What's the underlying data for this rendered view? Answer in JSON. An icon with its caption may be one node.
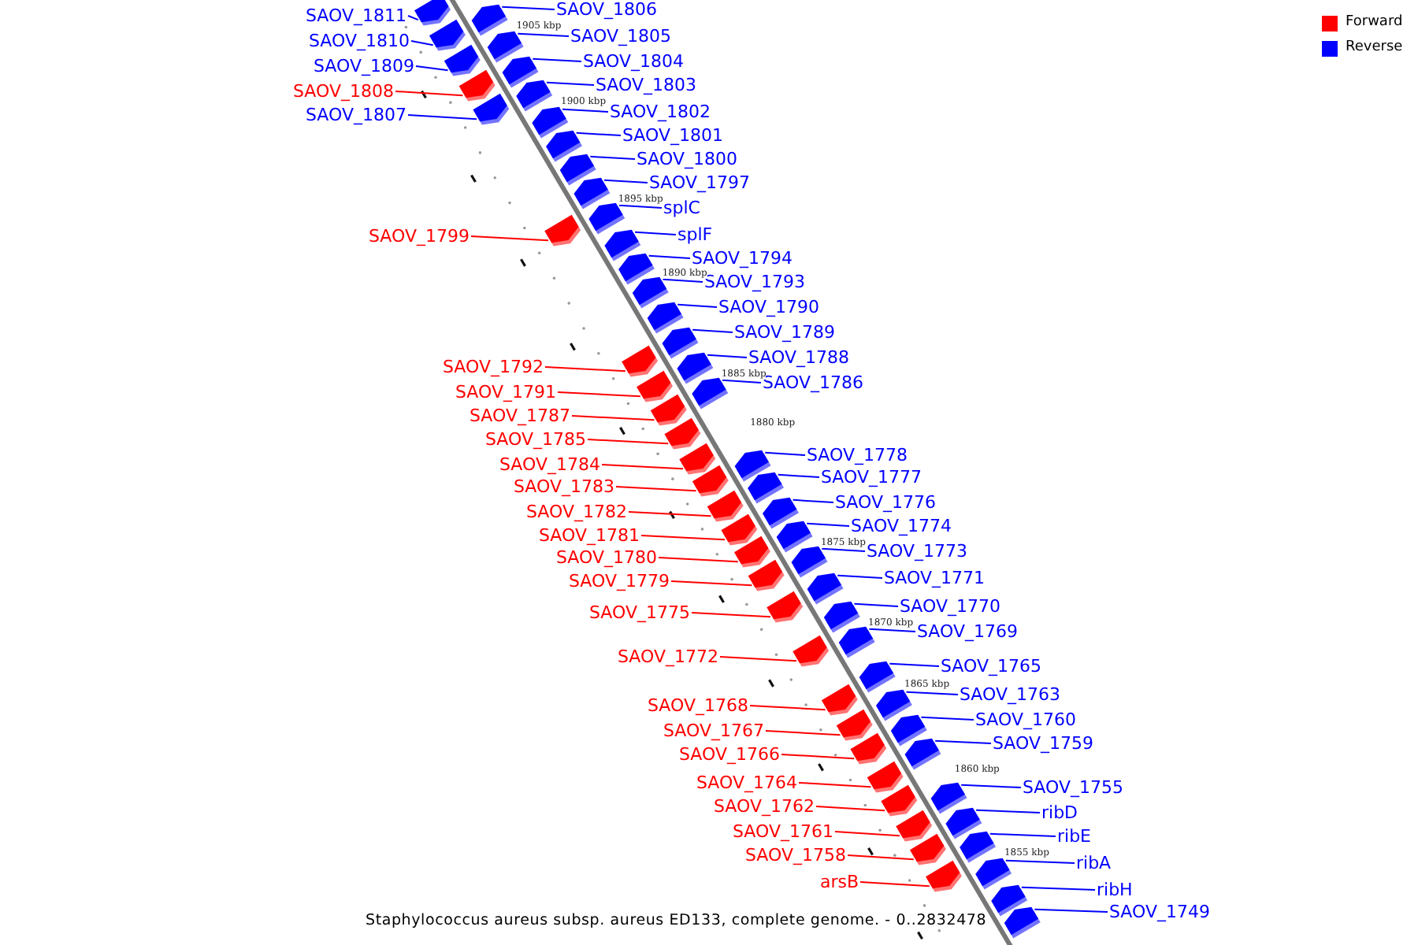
{
  "diagram": {
    "caption": "Staphylococcus aureus subsp. aureus ED133, complete genome. - 0..2832478",
    "nodes": [
      {
        "text": [
          "SAOV_1806"
        ]
      },
      {
        "text": [
          "SAOV_1811"
        ]
      },
      {
        "text": [
          "SAOV_1805"
        ]
      },
      {
        "text": [
          "SAOV_1810"
        ]
      },
      {
        "text": [
          "SAOV_1804"
        ]
      },
      {
        "text": [
          "SAOV_1809"
        ]
      },
      {
        "text": [
          "SAOV_1803"
        ]
      },
      {
        "text": [
          "SAOV_1808"
        ]
      },
      {
        "text": [
          "SAOV_1802"
        ]
      },
      {
        "text": [
          "SAOV_1807"
        ]
      },
      {
        "text": [
          "SAOV_1801"
        ]
      },
      {
        "text": [
          "SAOV_1800"
        ]
      },
      {
        "text": [
          "SAOV_1797"
        ]
      },
      {
        "text": [
          "splC"
        ]
      },
      {
        "text": [
          "splF"
        ]
      },
      {
        "text": [
          "SAOV_1799"
        ]
      },
      {
        "text": [
          "SAOV_1794"
        ]
      },
      {
        "text": [
          "SAOV_1793"
        ]
      },
      {
        "text": [
          "SAOV_1790"
        ]
      },
      {
        "text": [
          "SAOV_1789"
        ]
      },
      {
        "text": [
          "SAOV_1788"
        ]
      },
      {
        "text": [
          "SAOV_1792"
        ]
      },
      {
        "text": [
          "SAOV_1786"
        ]
      },
      {
        "text": [
          "SAOV_1791"
        ]
      },
      {
        "text": [
          "SAOV_1787"
        ]
      },
      {
        "text": [
          "SAOV_1785"
        ]
      },
      {
        "text": [
          "SAOV_1778"
        ]
      },
      {
        "text": [
          "SAOV_1784"
        ]
      },
      {
        "text": [
          "SAOV_1777"
        ]
      },
      {
        "text": [
          "SAOV_1783"
        ]
      },
      {
        "text": [
          "SAOV_1776"
        ]
      },
      {
        "text": [
          "SAOV_1782"
        ]
      },
      {
        "text": [
          "SAOV_1774"
        ]
      },
      {
        "text": [
          "SAOV_1781"
        ]
      },
      {
        "text": [
          "SAOV_1773"
        ]
      },
      {
        "text": [
          "SAOV_1780"
        ]
      },
      {
        "text": [
          "SAOV_1771"
        ]
      },
      {
        "text": [
          "SAOV_1779"
        ]
      },
      {
        "text": [
          "SAOV_1770"
        ]
      },
      {
        "text": [
          "SAOV_1775"
        ]
      },
      {
        "text": [
          "SAOV_1769"
        ]
      },
      {
        "text": [
          "SAOV_1772"
        ]
      },
      {
        "text": [
          "SAOV_1765"
        ]
      },
      {
        "text": [
          "SAOV_1763"
        ]
      },
      {
        "text": [
          "SAOV_1768"
        ]
      },
      {
        "text": [
          "SAOV_1760"
        ]
      },
      {
        "text": [
          "SAOV_1767"
        ]
      },
      {
        "text": [
          "SAOV_1759"
        ]
      },
      {
        "text": [
          "SAOV_1766"
        ]
      },
      {
        "text": [
          "SAOV_1764"
        ]
      },
      {
        "text": [
          "SAOV_1755"
        ]
      },
      {
        "text": [
          "SAOV_1762"
        ]
      },
      {
        "text": [
          "ribD"
        ]
      },
      {
        "text": [
          "SAOV_1761"
        ]
      },
      {
        "text": [
          "ribE"
        ]
      },
      {
        "text": [
          "SAOV_1758"
        ]
      },
      {
        "text": [
          "ribA"
        ]
      },
      {
        "text": [
          "arsB"
        ]
      },
      {
        "text": [
          "ribH"
        ]
      },
      {
        "text": [
          "SAOV_1749"
        ]
      },
      {
        "text": [],
        "shape": "bar"
      },
      {
        "text": [],
        "shape": "bar"
      },
      {
        "text": [],
        "shape": "bar"
      },
      {
        "text": [],
        "shape": "bar"
      },
      {
        "text": [],
        "shape": "bar"
      },
      {
        "text": [],
        "shape": "bar"
      },
      {
        "text": [],
        "shape": "bar"
      },
      {
        "text": [],
        "shape": "bar"
      },
      {
        "text": [],
        "shape": "bar"
      },
      {
        "text": [],
        "shape": "bar"
      },
      {
        "text": [],
        "shape": "bar"
      },
      {
        "text": [],
        "shape": "bar"
      },
      {
        "text": [],
        "shape": "bar"
      },
      {
        "text": [],
        "shape": "bar"
      },
      {
        "text": [],
        "shape": "bar"
      },
      {
        "text": [],
        "shape": "bar"
      },
      {
        "text": [],
        "shape": "bar"
      },
      {
        "text": [],
        "shape": "bar"
      },
      {
        "text": [],
        "shape": "bar"
      },
      {
        "text": [],
        "shape": "bar"
      },
      {
        "text": [],
        "shape": "bar"
      },
      {
        "text": [],
        "shape": "bar"
      },
      {
        "text": [],
        "shape": "bar"
      },
      {
        "text": [],
        "shape": "bar"
      },
      {
        "text": [],
        "shape": "bar"
      },
      {
        "text": [],
        "shape": "bar"
      },
      {
        "text": [],
        "shape": "bar"
      },
      {
        "text": [],
        "shape": "bar"
      },
      {
        "text": [],
        "shape": "bar"
      },
      {
        "text": [],
        "shape": "bar"
      },
      {
        "text": [],
        "shape": "bar"
      },
      {
        "text": [],
        "shape": "bar"
      },
      {
        "text": [],
        "shape": "bar"
      },
      {
        "text": [],
        "shape": "bar"
      },
      {
        "text": [],
        "shape": "bar"
      },
      {
        "text": [],
        "shape": "bar"
      },
      {
        "text": [],
        "shape": "bar"
      },
      {
        "text": [],
        "shape": "bar"
      },
      {
        "text": [],
        "shape": "bar"
      },
      {
        "text": [],
        "shape": "bar"
      },
      {
        "text": [],
        "shape": "bar"
      },
      {
        "text": [],
        "shape": "bar"
      },
      {
        "text": [],
        "shape": "bar"
      },
      {
        "text": [],
        "shape": "bar"
      },
      {
        "text": [],
        "shape": "bar"
      },
      {
        "text": [],
        "shape": "bar"
      },
      {
        "text": [],
        "shape": "bar"
      },
      {
        "text": [],
        "shape": "bar"
      },
      {
        "text": [],
        "shape": "bar"
      },
      {
        "text": [],
        "shape": "bar"
      },
      {
        "text": [],
        "shape": "bar"
      },
      {
        "text": [],
        "shape": "bar"
      },
      {
        "text": [],
        "shape": "bar"
      },
      {
        "text": [],
        "shape": "bar"
      },
      {
        "text": [],
        "shape": "bar"
      },
      {
        "text": [],
        "shape": "bar"
      },
      {
        "text": [],
        "shape": "bar"
      },
      {
        "text": [],
        "shape": "bar"
      },
      {
        "text": [],
        "shape": "bar"
      },
      {
        "text": [],
        "shape": "bar"
      }
    ],
    "edges": [
      {
        "from": 0,
        "to": 60,
        "arrow": "none"
      },
      {
        "from": 1,
        "to": 61,
        "arrow": "none"
      },
      {
        "from": 2,
        "to": 62,
        "arrow": "none"
      },
      {
        "from": 3,
        "to": 63,
        "arrow": "none"
      },
      {
        "from": 4,
        "to": 64,
        "arrow": "none"
      },
      {
        "from": 5,
        "to": 65,
        "arrow": "none"
      },
      {
        "from": 6,
        "to": 66,
        "arrow": "none"
      },
      {
        "from": 7,
        "to": 67,
        "arrow": "none",
        "color": "#ff0000"
      },
      {
        "from": 8,
        "to": 68,
        "arrow": "none"
      },
      {
        "from": 9,
        "to": 69,
        "arrow": "none"
      },
      {
        "from": 10,
        "to": 70,
        "arrow": "none"
      },
      {
        "from": 11,
        "to": 71,
        "arrow": "none"
      },
      {
        "from": 12,
        "to": 72,
        "arrow": "none"
      },
      {
        "from": 13,
        "to": 73,
        "arrow": "none"
      },
      {
        "from": 14,
        "to": 74,
        "arrow": "none"
      },
      {
        "from": 15,
        "to": 75,
        "arrow": "none",
        "color": "#ff0000"
      },
      {
        "from": 16,
        "to": 76,
        "arrow": "none"
      },
      {
        "from": 17,
        "to": 77,
        "arrow": "none"
      },
      {
        "from": 18,
        "to": 78,
        "arrow": "none"
      },
      {
        "from": 19,
        "to": 79,
        "arrow": "none"
      },
      {
        "from": 20,
        "to": 80,
        "arrow": "none"
      },
      {
        "from": 21,
        "to": 81,
        "arrow": "none",
        "color": "#ff0000"
      },
      {
        "from": 22,
        "to": 82,
        "arrow": "none"
      },
      {
        "from": 23,
        "to": 83,
        "arrow": "none",
        "color": "#ff0000"
      },
      {
        "from": 24,
        "to": 84,
        "arrow": "none",
        "color": "#ff0000"
      },
      {
        "from": 25,
        "to": 85,
        "arrow": "none",
        "color": "#ff0000"
      },
      {
        "from": 26,
        "to": 86,
        "arrow": "none"
      },
      {
        "from": 27,
        "to": 87,
        "arrow": "none",
        "color": "#ff0000"
      },
      {
        "from": 28,
        "to": 88,
        "arrow": "none"
      },
      {
        "from": 29,
        "to": 89,
        "arrow": "none",
        "color": "#ff0000"
      },
      {
        "from": 30,
        "to": 90,
        "arrow": "none"
      },
      {
        "from": 31,
        "to": 91,
        "arrow": "none",
        "color": "#ff0000"
      },
      {
        "from": 32,
        "to": 92,
        "arrow": "none"
      },
      {
        "from": 33,
        "to": 93,
        "arrow": "none",
        "color": "#ff0000"
      },
      {
        "from": 34,
        "to": 94,
        "arrow": "none"
      },
      {
        "from": 35,
        "to": 95,
        "arrow": "none",
        "color": "#ff0000"
      },
      {
        "from": 36,
        "to": 96,
        "arrow": "none"
      },
      {
        "from": 37,
        "to": 97,
        "arrow": "none",
        "color": "#ff0000"
      },
      {
        "from": 38,
        "to": 98,
        "arrow": "none"
      },
      {
        "from": 39,
        "to": 99,
        "arrow": "none",
        "color": "#ff0000"
      },
      {
        "from": 40,
        "to": 100,
        "arrow": "none"
      },
      {
        "from": 41,
        "to": 101,
        "arrow": "none",
        "color": "#ff0000"
      },
      {
        "from": 42,
        "to": 102,
        "arrow": "none"
      },
      {
        "from": 43,
        "to": 103,
        "arrow": "none"
      },
      {
        "from": 44,
        "to": 104,
        "arrow": "none",
        "color": "#ff0000"
      },
      {
        "from": 45,
        "to": 105,
        "arrow": "none"
      },
      {
        "from": 46,
        "to": 106,
        "arrow": "none",
        "color": "#ff0000"
      },
      {
        "from": 47,
        "to": 107,
        "arrow": "none"
      },
      {
        "from": 48,
        "to": 108,
        "arrow": "none",
        "color": "#ff0000"
      },
      {
        "from": 49,
        "to": 109,
        "arrow": "none",
        "color": "#ff0000"
      },
      {
        "from": 50,
        "to": 110,
        "arrow": "none"
      },
      {
        "from": 51,
        "to": 111,
        "arrow": "none",
        "color": "#ff0000"
      },
      {
        "from": 52,
        "to": 112,
        "arrow": "none"
      },
      {
        "from": 53,
        "to": 113,
        "arrow": "none",
        "color": "#ff0000"
      },
      {
        "from": 54,
        "to": 114,
        "arrow": "none"
      },
      {
        "from": 55,
        "to": 115,
        "arrow": "none",
        "color": "#ff0000"
      },
      {
        "from": 56,
        "to": 116,
        "arrow": "none"
      },
      {
        "from": 57,
        "to": 117,
        "arrow": "none",
        "color": "#ff0000"
      },
      {
        "from": 58,
        "to": 118,
        "arrow": "none"
      },
      {
        "from": 59,
        "to": 119,
        "arrow": "none"
      }
    ],
    "labels": [
      "1905 kbp",
      "1900 kbp",
      "1895 kbp",
      "1890 kbp",
      "1885 kbp",
      "1880 kbp",
      "1875 kbp",
      "1870 kbp",
      "1865 kbp",
      "1860 kbp",
      "1855 kbp"
    ],
    "legend": [
      {
        "text": "Forward",
        "color": "#ff0000"
      },
      {
        "text": "Reverse",
        "color": "#0000ff"
      }
    ]
  }
}
